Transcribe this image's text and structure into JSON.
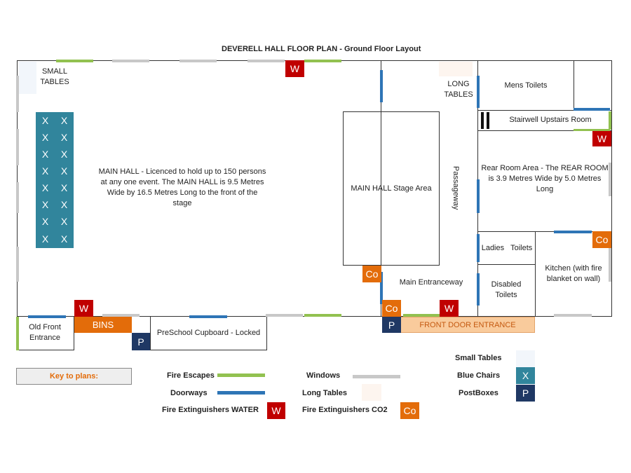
{
  "title": "DEVERELL HALL FLOOR PLAN - Ground Floor Layout",
  "rooms": {
    "small_tables": "SMALL TABLES",
    "main_hall": "MAIN HALL - Licenced to hold up to 150 persons at any one event. The MAIN HALL is 9.5 Metres Wide by 16.5 Metres Long to the front of the stage",
    "stage": "MAIN HALL Stage Area",
    "long_tables": "LONG TABLES",
    "passageway": "Passageway",
    "main_entranceway": "Main Entranceway",
    "mens_toilets": "Mens Toilets",
    "stairwell": "Stairwell Upstairs Room",
    "rear_room": "Rear Room Area - The REAR ROOM is 3.9 Metres Wide by 5.0 Metres Long",
    "ladies_toilets": "Ladies   Toilets",
    "disabled_toilets": "Disabled Toilets",
    "kitchen": "Kitchen (with fire blanket on wall)",
    "old_front_entrance": "Old Front Entrance",
    "bins": "BINS",
    "preschool_cupboard": "PreSchool Cupboard - Locked",
    "front_door_entrance": "FRONT DOOR ENTRANCE"
  },
  "markers": {
    "chair": "X",
    "water": "W",
    "co2": "Co",
    "postbox": "P"
  },
  "key": {
    "heading": "Key to plans:",
    "fire_escapes": "Fire Escapes",
    "doorways": "Doorways",
    "fire_ext_water": "Fire Extinguishers WATER",
    "windows": "Windows",
    "long_tables": "Long Tables",
    "fire_ext_co2": "Fire Extinguishers CO2",
    "small_tables": "Small Tables",
    "blue_chairs": "Blue Chairs",
    "postboxes": "PostBoxes"
  },
  "colors": {
    "fire_escape": "#92c150",
    "window": "#c8c8c8",
    "doorway": "#2e75b6",
    "water_extinguisher": "#c00000",
    "co2_extinguisher": "#e36c0a",
    "postbox": "#1f3864",
    "blue_chairs": "#31859c",
    "small_tables": "#f2f6fb",
    "long_tables": "#fdf5ef",
    "front_door": "#f9cb9c"
  }
}
